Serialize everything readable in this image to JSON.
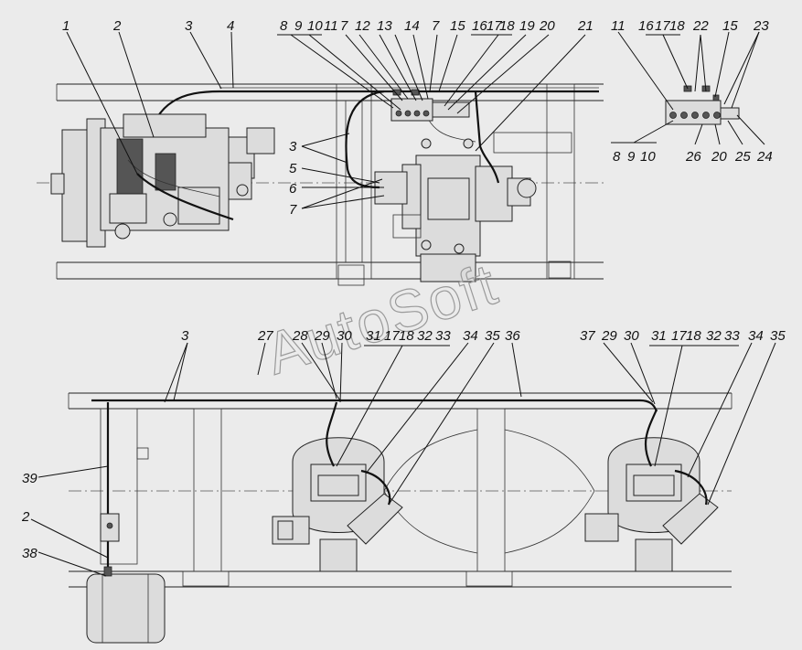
{
  "watermark": "AutoSoft",
  "labels": {
    "l1": "1",
    "l2": "2",
    "l3": "3",
    "l4": "4",
    "l8": "8",
    "l9": "9",
    "l10": "10",
    "l11": "11",
    "l7": "7",
    "l12": "12",
    "l13": "13",
    "l14": "14",
    "l7b": "7",
    "l15": "15",
    "l16": "16",
    "l17": "17",
    "l18": "18",
    "l19": "19",
    "l20": "20",
    "l21": "21",
    "r11": "11",
    "r16": "16",
    "r17": "17",
    "r18": "18",
    "r22": "22",
    "r15": "15",
    "r23": "23",
    "r8": "8",
    "r9": "9",
    "r10": "10",
    "r26": "26",
    "r20": "20",
    "r25": "25",
    "r24": "24",
    "m3": "3",
    "m5": "5",
    "m6": "6",
    "m7": "7",
    "b3": "3",
    "b27": "27",
    "b28": "28",
    "b29": "29",
    "b30": "30",
    "b31": "31",
    "b17": "17",
    "b18": "18",
    "b32": "32",
    "b33": "33",
    "b34": "34",
    "b35": "35",
    "b36": "36",
    "c37": "37",
    "c29": "29",
    "c30": "30",
    "c31": "31",
    "c17": "17",
    "c18": "18",
    "c32": "32",
    "c33": "33",
    "c34": "34",
    "c35": "35",
    "b39": "39",
    "b2": "2",
    "b38": "38"
  }
}
